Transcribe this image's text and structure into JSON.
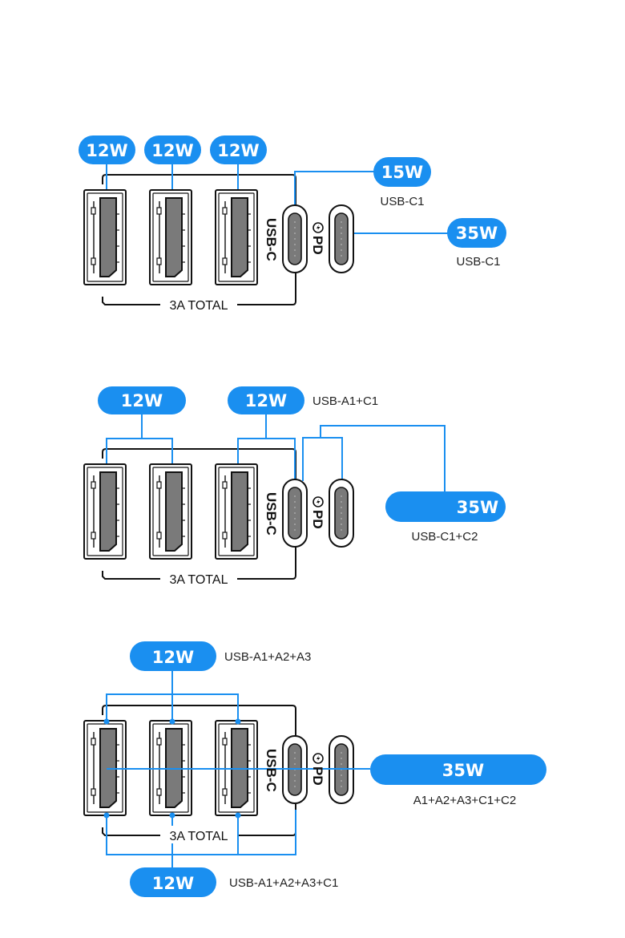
{
  "colors": {
    "accent": "#1a8ff0",
    "outline": "#111111",
    "port_fill": "#777777",
    "background": "#ffffff"
  },
  "labels": {
    "total": "3A TOTAL",
    "usb_c": "USB-C",
    "pd": "PD"
  },
  "icons": {
    "pd": "lightning-bolt-in-circle-icon",
    "usb_a": "usb-a-port-icon",
    "usb_c": "usb-c-port-icon"
  },
  "scenarios": [
    {
      "name": "scenario-1",
      "pills": [
        {
          "id": "a1",
          "text": "12W",
          "caption": ""
        },
        {
          "id": "a2",
          "text": "12W",
          "caption": ""
        },
        {
          "id": "a3",
          "text": "12W",
          "caption": ""
        },
        {
          "id": "c1",
          "text": "15W",
          "caption": "USB-C1"
        },
        {
          "id": "c2",
          "text": "35W",
          "caption": "USB-C1"
        }
      ]
    },
    {
      "name": "scenario-2",
      "pills": [
        {
          "id": "a12",
          "text": "12W",
          "caption": ""
        },
        {
          "id": "a3c1",
          "text": "12W",
          "caption": "USB-A1+C1"
        },
        {
          "id": "c1c2",
          "text": "35W",
          "caption": "USB-C1+C2"
        }
      ]
    },
    {
      "name": "scenario-3",
      "pills": [
        {
          "id": "top",
          "text": "12W",
          "caption": "USB-A1+A2+A3"
        },
        {
          "id": "all",
          "text": "35W",
          "caption": "A1+A2+A3+C1+C2"
        },
        {
          "id": "bottom",
          "text": "12W",
          "caption": "USB-A1+A2+A3+C1"
        }
      ]
    }
  ]
}
